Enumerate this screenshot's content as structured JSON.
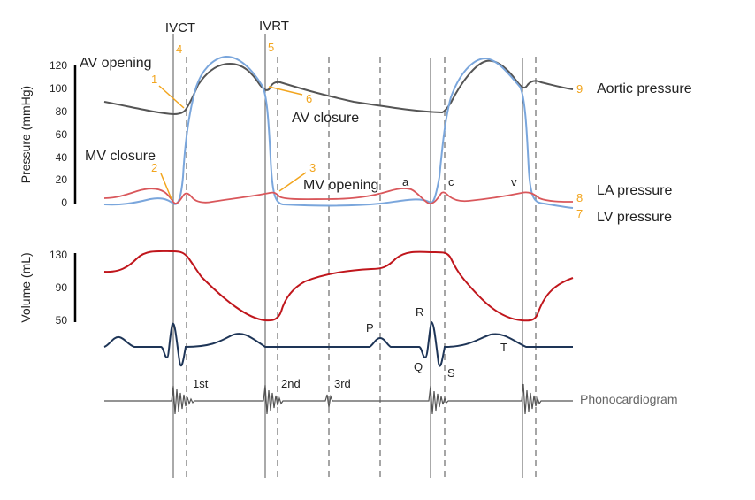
{
  "phases": {
    "ivct": "IVCT",
    "ivrt": "IVRT"
  },
  "axes": {
    "pressure_label": "Pressure (mmHg)",
    "pressure_ticks": [
      "120",
      "100",
      "80",
      "60",
      "40",
      "20",
      "0"
    ],
    "volume_label": "Volume (mL)",
    "volume_ticks": [
      "130",
      "90",
      "50"
    ]
  },
  "events": [
    {
      "num": "1",
      "label": "AV opening"
    },
    {
      "num": "2",
      "label": "MV closure"
    },
    {
      "num": "3",
      "label": "MV opening"
    },
    {
      "num": "4",
      "label": ""
    },
    {
      "num": "5",
      "label": ""
    },
    {
      "num": "6",
      "label": "AV closure"
    }
  ],
  "curves": [
    {
      "num": "9",
      "label": "Aortic pressure",
      "color": "#555555"
    },
    {
      "num": "8",
      "label": "LA pressure",
      "color": "#d9575b"
    },
    {
      "num": "7",
      "label": "LV pressure",
      "color": "#7aa6dc"
    }
  ],
  "volume_curve_color": "#c0161c",
  "ecg_color": "#1e3557",
  "phono_color": "#555555",
  "number_color": "#f2a51e",
  "wave_labels": {
    "a": "a",
    "c": "c",
    "v": "v"
  },
  "ecg_labels": {
    "p": "P",
    "q": "Q",
    "r": "R",
    "s": "S",
    "t": "T"
  },
  "heart_sounds": {
    "first": "1st",
    "second": "2nd",
    "third": "3rd"
  },
  "phono_label": "Phonocardiogram"
}
